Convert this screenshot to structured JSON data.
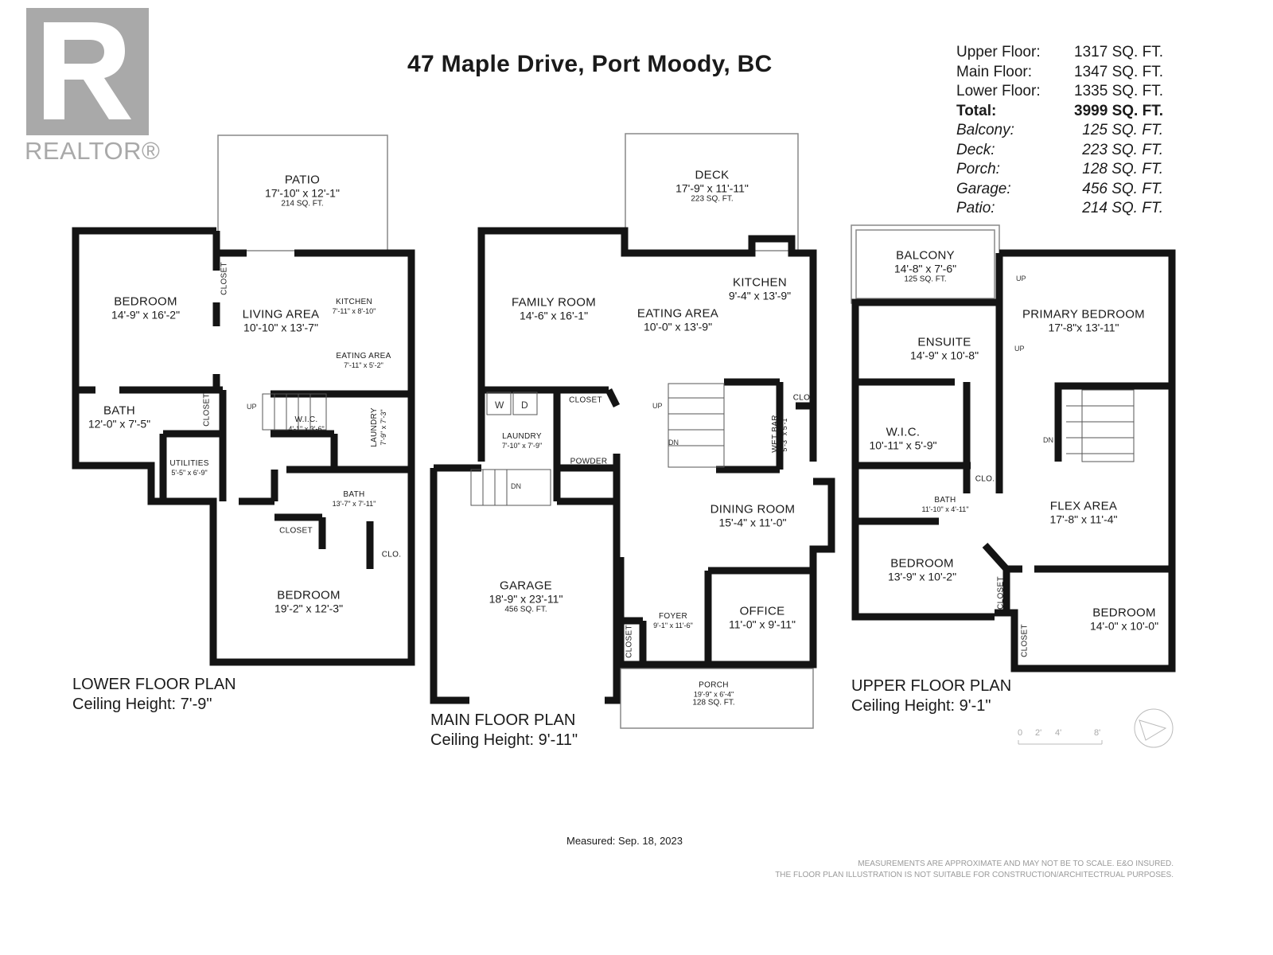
{
  "header": {
    "title": "47 Maple Drive, Port Moody, BC"
  },
  "logo": {
    "text": "REALTOR®",
    "color": "#a9a9a9"
  },
  "summary": [
    {
      "label": "Upper Floor:",
      "value": "1317 SQ. FT.",
      "style": "normal"
    },
    {
      "label": "Main Floor:",
      "value": "1347 SQ. FT.",
      "style": "normal"
    },
    {
      "label": "Lower Floor:",
      "value": "1335 SQ. FT.",
      "style": "normal"
    },
    {
      "label": "Total:",
      "value": "3999 SQ. FT.",
      "style": "bold"
    },
    {
      "label": "Balcony:",
      "value": "125 SQ. FT.",
      "style": "italic"
    },
    {
      "label": "Deck:",
      "value": "223 SQ. FT.",
      "style": "italic"
    },
    {
      "label": "Porch:",
      "value": "128 SQ. FT.",
      "style": "italic"
    },
    {
      "label": "Garage:",
      "value": "456 SQ. FT.",
      "style": "italic"
    },
    {
      "label": "Patio:",
      "value": "214 SQ. FT.",
      "style": "italic"
    }
  ],
  "lower": {
    "title": "LOWER FLOOR PLAN",
    "ceiling": "Ceiling Height: 7'-9\"",
    "rooms": [
      {
        "name": "PATIO",
        "dims": "17'-10\" x 12'-1\"",
        "area": "214 SQ. FT."
      },
      {
        "name": "BEDROOM",
        "dims": "14'-9\" x 16'-2\""
      },
      {
        "name": "CLOSET"
      },
      {
        "name": "LIVING AREA",
        "dims": "10'-10\" x 13'-7\""
      },
      {
        "name": "KITCHEN",
        "dims": "7'-11\" x 8'-10\""
      },
      {
        "name": "EATING AREA",
        "dims": "7'-11\" x 5'-2\""
      },
      {
        "name": "BATH",
        "dims": "12'-0\" x 7'-5\""
      },
      {
        "name": "CLOSET"
      },
      {
        "name": "UTILITIES",
        "dims": "5'-5\" x 6'-9\""
      },
      {
        "name": "W.I.C.",
        "dims": "4'-1\" x 3'-6\""
      },
      {
        "name": "LAUNDRY",
        "dims": "7'-9\" x 7'-3\""
      },
      {
        "name": "BATH",
        "dims": "13'-7\" x 7'-11\""
      },
      {
        "name": "CLOSET"
      },
      {
        "name": "CLO."
      },
      {
        "name": "BEDROOM",
        "dims": "19'-2\" x 12'-3\""
      }
    ],
    "stair": "UP"
  },
  "main": {
    "title": "MAIN FLOOR PLAN",
    "ceiling": "Ceiling Height: 9'-11\"",
    "rooms": [
      {
        "name": "DECK",
        "dims": "17'-9\" x  11'-11\"",
        "area": "223 SQ. FT."
      },
      {
        "name": "FAMILY ROOM",
        "dims": "14'-6\" x 16'-1\""
      },
      {
        "name": "EATING AREA",
        "dims": "10'-0\" x 13'-9\""
      },
      {
        "name": "KITCHEN",
        "dims": "9'-4\" x 13'-9\""
      },
      {
        "name": "LAUNDRY",
        "dims": "7'-10\" x 7'-9\""
      },
      {
        "name": "CLOSET"
      },
      {
        "name": "POWDER"
      },
      {
        "name": "WET BAR",
        "dims": "5'-3\" x 5'-1\""
      },
      {
        "name": "CLO."
      },
      {
        "name": "DINING ROOM",
        "dims": "15'-4\" x 11'-0\""
      },
      {
        "name": "GARAGE",
        "dims": "18'-9\" x  23'-11\"",
        "area": "456 SQ. FT."
      },
      {
        "name": "FOYER",
        "dims": "9'-1\" x 11'-6\""
      },
      {
        "name": "CLOSET"
      },
      {
        "name": "OFFICE",
        "dims": "11'-0\" x 9'-11\""
      },
      {
        "name": "PORCH",
        "dims": "19'-9\" x 6'-4\"",
        "area": "128 SQ. FT."
      }
    ],
    "washer": "W",
    "dryer": "D",
    "stair_up": "UP",
    "stair_dn": "DN",
    "garage_dn": "DN"
  },
  "upper": {
    "title": "UPPER FLOOR PLAN",
    "ceiling": "Ceiling Height: 9'-1\"",
    "rooms": [
      {
        "name": "BALCONY",
        "dims": "14'-8\" x 7'-6\"",
        "area": "125 SQ. FT."
      },
      {
        "name": "PRIMARY BEDROOM",
        "dims": "17'-8\"x  13'-11\""
      },
      {
        "name": "ENSUITE",
        "dims": "14'-9\" x 10'-8\""
      },
      {
        "name": "W.I.C.",
        "dims": "10'-11\"  x 5'-9\""
      },
      {
        "name": "BATH",
        "dims": "11'-10\"  x 4'-11\""
      },
      {
        "name": "CLO."
      },
      {
        "name": "FLEX AREA",
        "dims": "17'-8\" x 11'-4\""
      },
      {
        "name": "BEDROOM",
        "dims": "13'-9\" x 10'-2\""
      },
      {
        "name": "CLOSET"
      },
      {
        "name": "BEDROOM",
        "dims": "14'-0\" x 10'-0\""
      },
      {
        "name": "CLOSET"
      }
    ],
    "balcony_up": "UP",
    "ensuite_up": "UP",
    "stair_dn": "DN"
  },
  "scale": {
    "ticks": [
      "0",
      "2'",
      "4'",
      "8'"
    ]
  },
  "footer": {
    "measured": "Measured: Sep. 18, 2023",
    "disclaimer_1": "MEASUREMENTS ARE APPROXIMATE AND MAY NOT BE TO SCALE. E&O INSURED.",
    "disclaimer_2": "THE FLOOR PLAN ILLUSTRATION IS NOT SUITABLE FOR CONSTRUCTION/ARCHITECTRUAL PURPOSES."
  }
}
